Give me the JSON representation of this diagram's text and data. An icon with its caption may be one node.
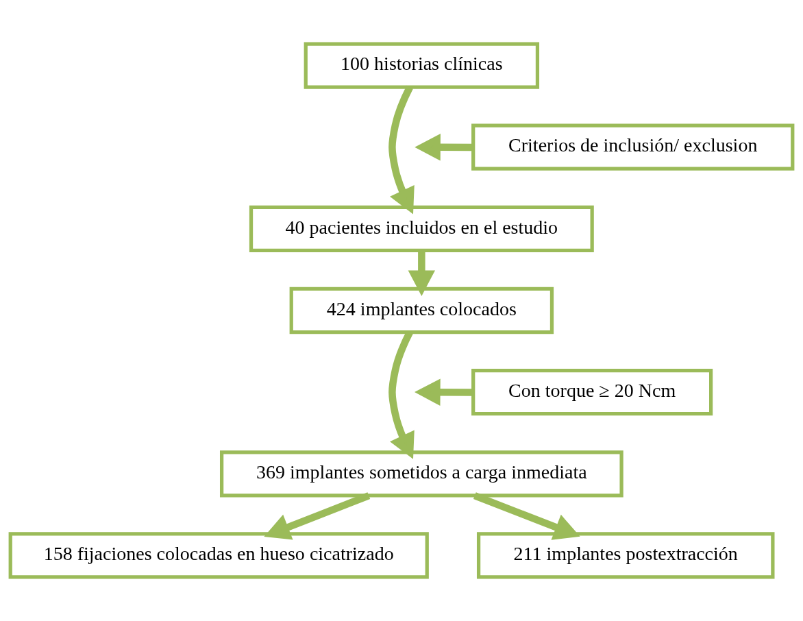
{
  "diagram": {
    "nodes": [
      {
        "text": [
          "100 historias clínicas"
        ]
      },
      {
        "text": [
          "Criterios de inclusión/ exclusion"
        ]
      },
      {
        "text": [
          "40 pacientes incluidos en el estudio"
        ]
      },
      {
        "text": [
          "424 implantes colocados"
        ]
      },
      {
        "text": [
          "Con torque ≥ 20 Ncm"
        ]
      },
      {
        "text": [
          "369 implantes sometidos a carga inmediata"
        ]
      },
      {
        "text": [
          "158 fijaciones colocadas en hueso cicatrizado"
        ]
      },
      {
        "text": [
          "211 implantes postextracción"
        ]
      }
    ],
    "edges": [
      {
        "from": 0,
        "to": 2,
        "arrow": "to"
      },
      {
        "from": 1,
        "to": null,
        "arrow": "to"
      },
      {
        "from": 2,
        "to": 3,
        "arrow": "to"
      },
      {
        "from": 3,
        "to": 5,
        "arrow": "to"
      },
      {
        "from": 4,
        "to": null,
        "arrow": "to"
      },
      {
        "from": 5,
        "to": 6,
        "arrow": "to"
      },
      {
        "from": 5,
        "to": 7,
        "arrow": "to"
      }
    ]
  }
}
